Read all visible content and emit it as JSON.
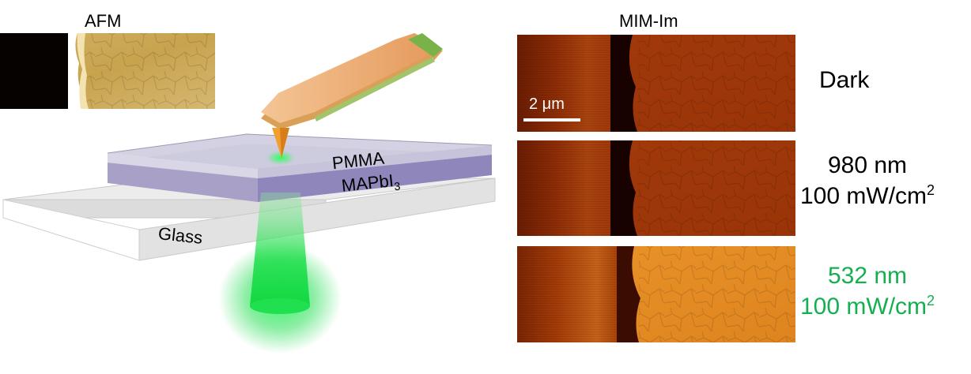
{
  "afm_title": "AFM",
  "mim_title": "MIM-Im",
  "schematic": {
    "pmma_label": "PMMA",
    "mapbi_label_main": "MAPbI",
    "mapbi_label_sub": "3",
    "glass_label": "Glass"
  },
  "scalebar_label": "2 μm",
  "conditions": [
    {
      "line1": "Dark",
      "line2": "",
      "color": "#000000"
    },
    {
      "line1": "980 nm",
      "line2": "100 mW/cm",
      "sup": "2",
      "color": "#000000"
    },
    {
      "line1": "532 nm",
      "line2": "100 mW/cm",
      "sup": "2",
      "color": "#14b050"
    }
  ],
  "colors": {
    "afm_gold": "#c9a650",
    "mim_dark": "#8a2a06",
    "mim_mid": "#a13a0a",
    "mim_bright": "#e48a24",
    "laser_green": "#22e05a"
  }
}
